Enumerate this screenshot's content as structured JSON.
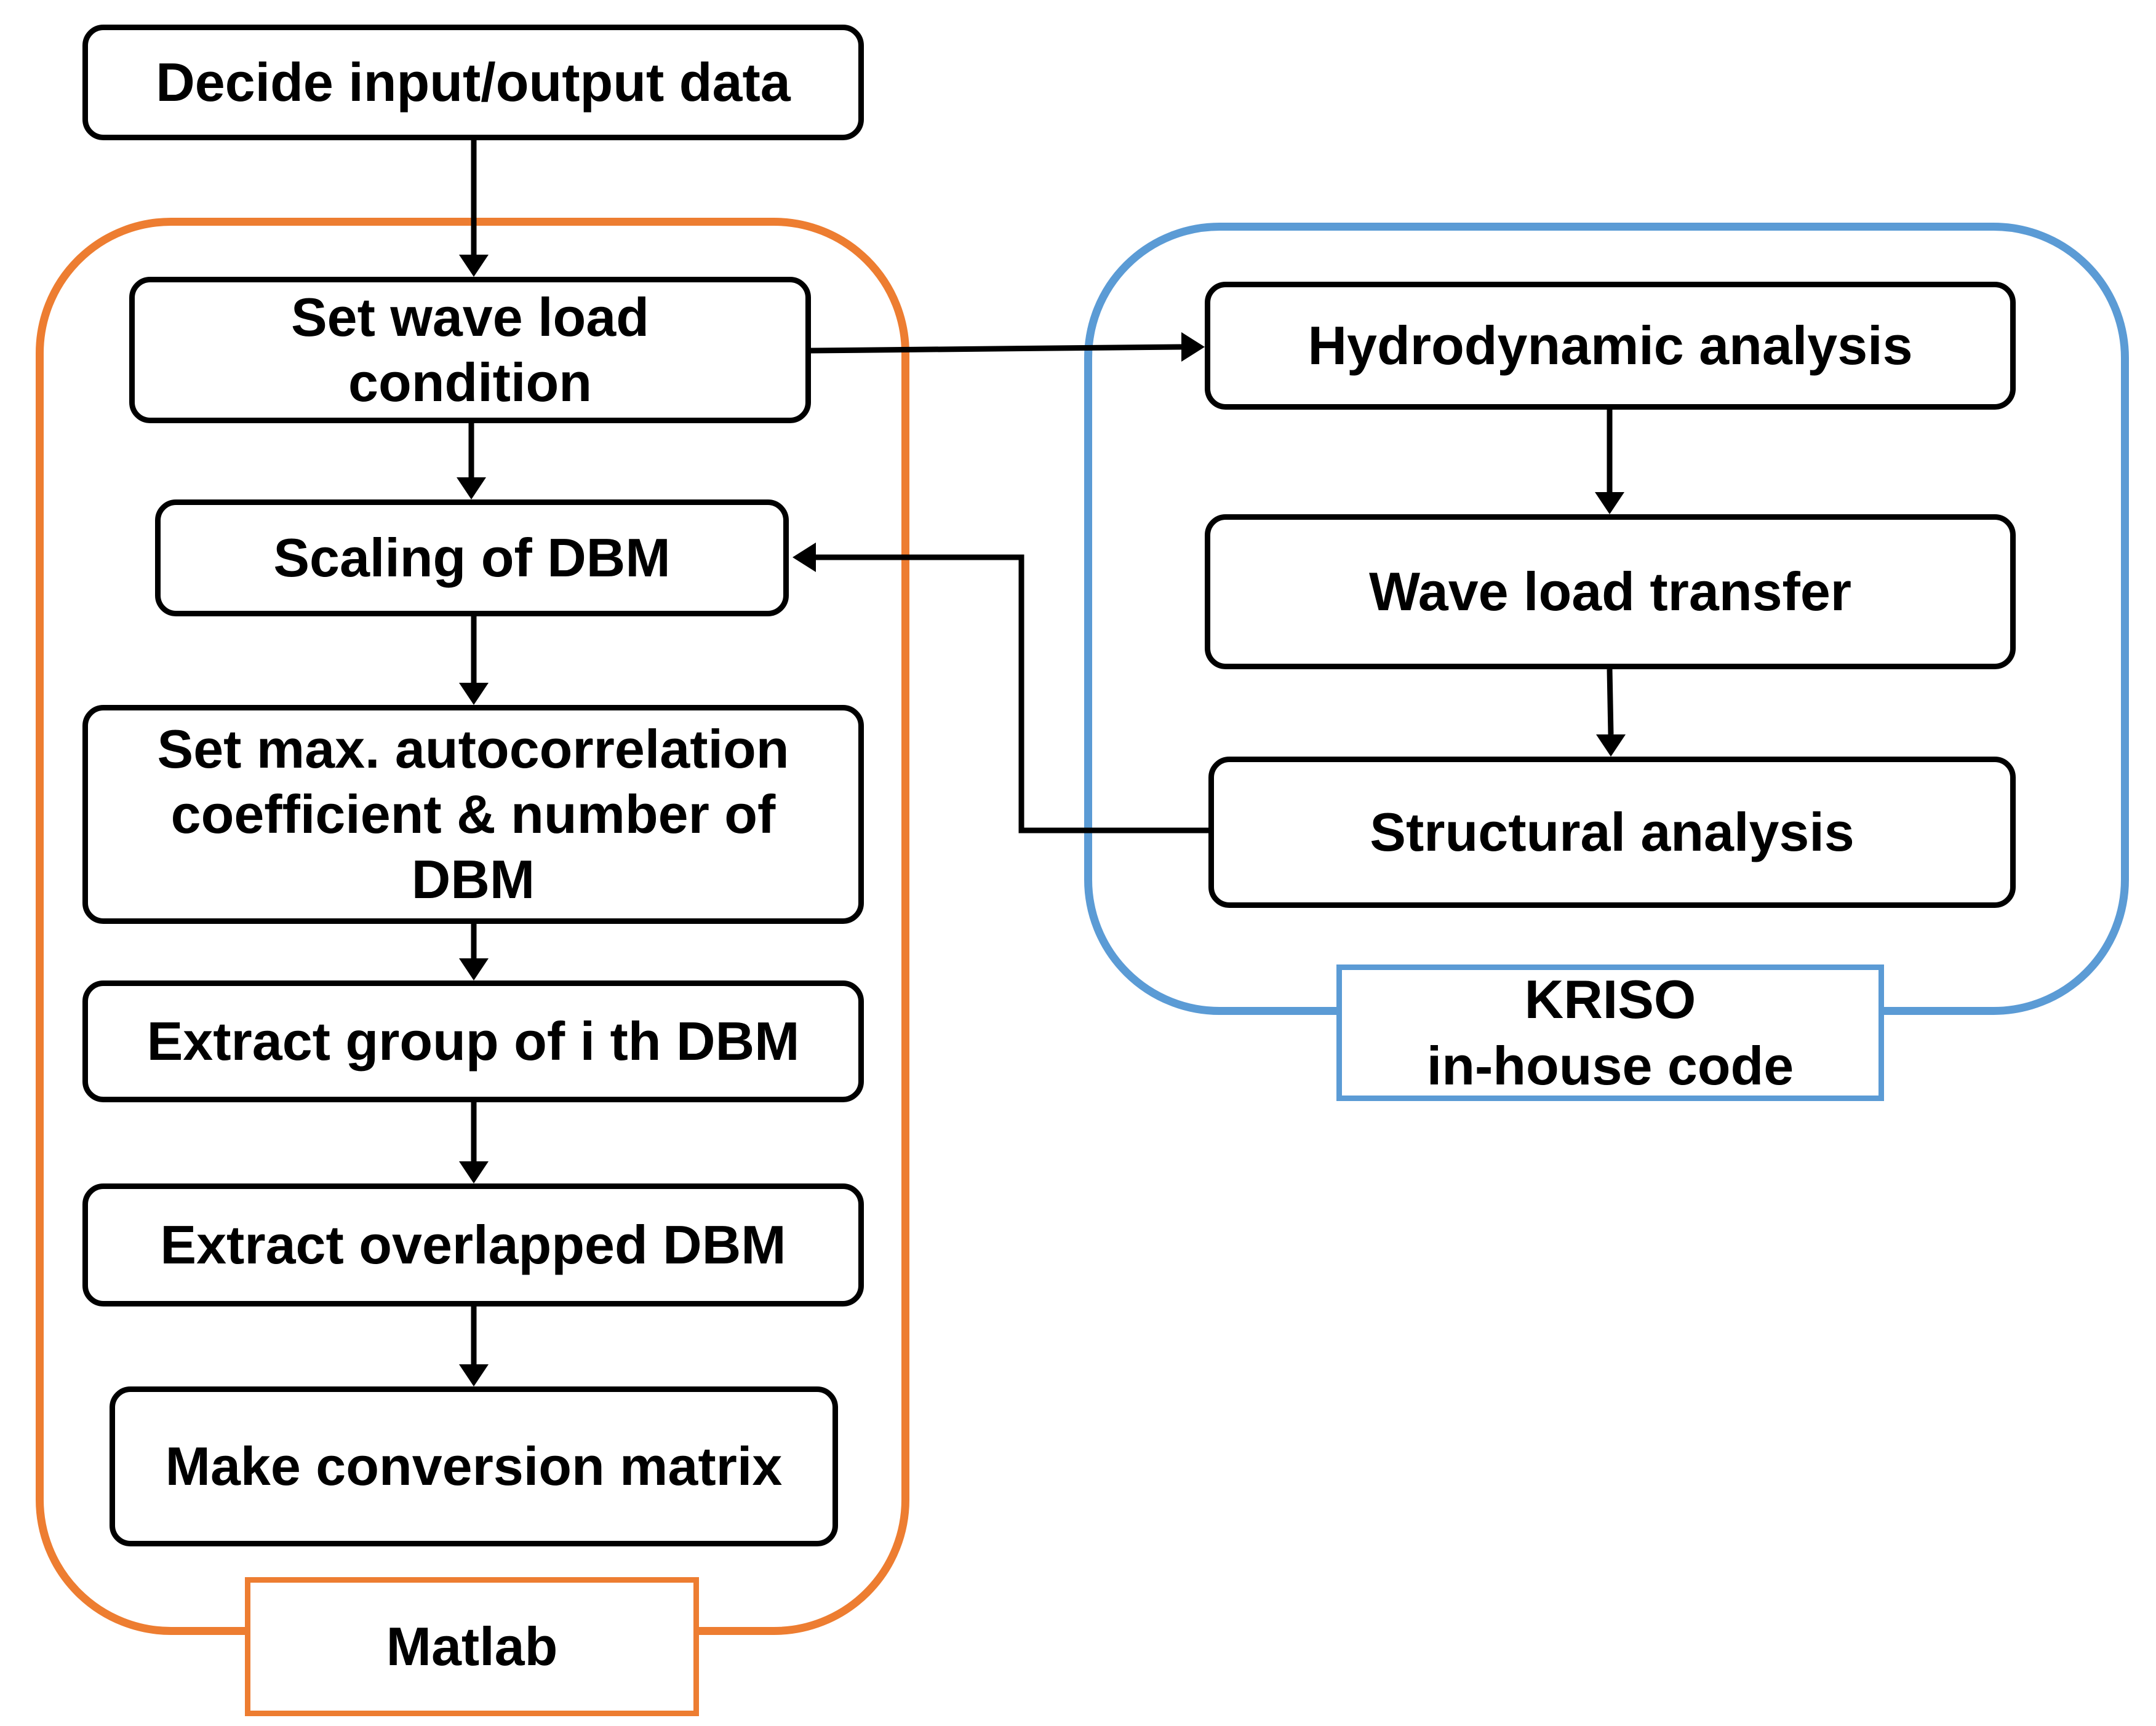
{
  "steps": {
    "decide_io": "Decide input/output data",
    "set_wave_load": "Set wave load condition",
    "scaling_dbm": "Scaling of DBM",
    "set_max_autocorr": "Set max. autocorrelation coefficient & number of DBM",
    "extract_group": "Extract group of i th DBM",
    "extract_overlapped": "Extract overlapped DBM",
    "make_conversion": "Make conversion matrix",
    "hydrodynamic": "Hydrodynamic analysis",
    "wave_transfer": "Wave load transfer",
    "structural": "Structural analysis"
  },
  "groups": {
    "matlab_label": "Matlab",
    "kriso_line1": "KRISO",
    "kriso_line2": "in-house code",
    "matlab_color": "#ED7D31",
    "kriso_color": "#5B9BD5"
  }
}
